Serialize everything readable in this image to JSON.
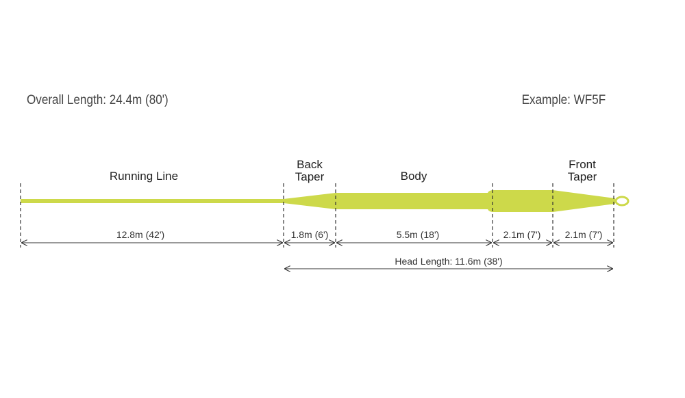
{
  "header": {
    "overall_length": "Overall Length: 24.4m (80')",
    "example": "Example: WF5F"
  },
  "sections": {
    "running_line": "Running Line",
    "back_taper_1": "Back",
    "back_taper_2": "Taper",
    "body": "Body",
    "front_taper_1": "Front",
    "front_taper_2": "Taper"
  },
  "dimensions": {
    "running_line": "12.8m (42')",
    "back_taper": "1.8m (6')",
    "body": "5.5m (18')",
    "belly": "2.1m (7')",
    "front_taper": "2.1m (7')",
    "head_length": "Head Length: 11.6m (38')"
  },
  "colors": {
    "line": "#cdd94a",
    "ink": "#333333"
  }
}
